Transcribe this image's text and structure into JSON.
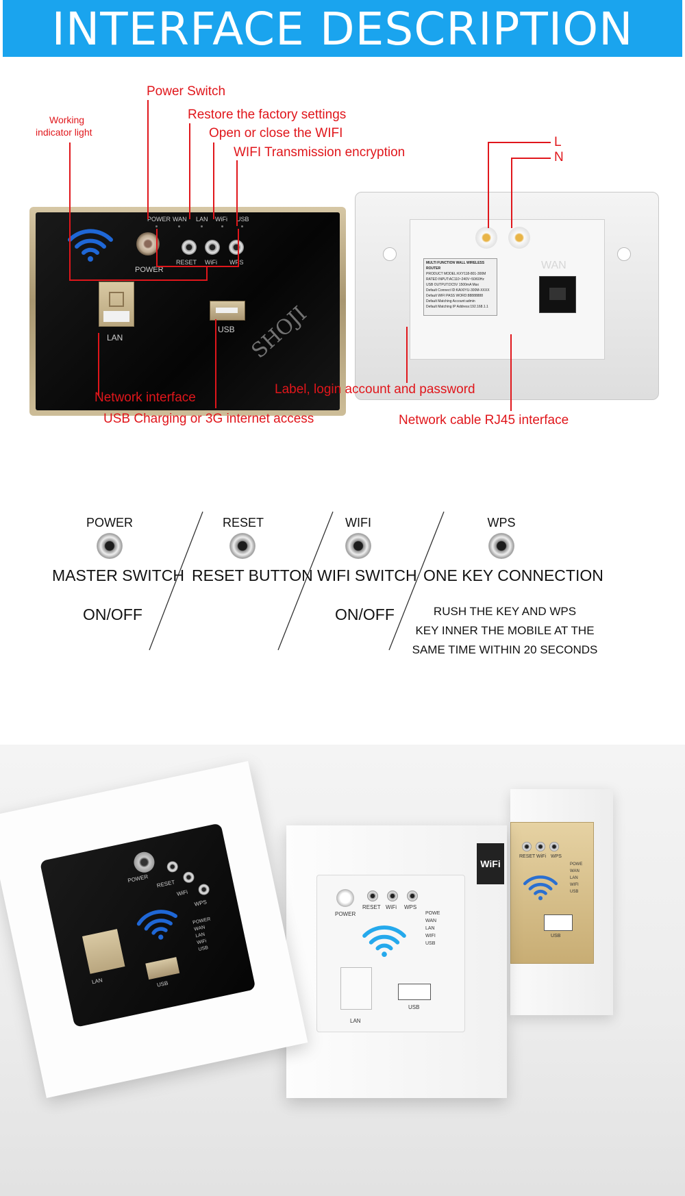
{
  "header": {
    "title": "INTERFACE DESCRIPTION",
    "bg_color": "#1aa4ee"
  },
  "annotations": {
    "power_switch": "Power Switch",
    "restore": "Restore  the  factory  settings",
    "wifi_toggle": "Open  or  close  the  WIFI",
    "wifi_encrypt": "WIFI Transmission  encryption",
    "indicator_1": "Working",
    "indicator_2": "indicator  light",
    "network": "Network interface",
    "usb": "USB Charging or 3G internet access",
    "label_login": "Label, login account and password",
    "rj45": "Network cable RJ45 interface",
    "l": "L",
    "n": "N",
    "color": "#e0161b"
  },
  "front_panel": {
    "leds": [
      "POWER",
      "WAN",
      "LAN",
      "WiFi",
      "USB"
    ],
    "power": "POWER",
    "reset": "RESET",
    "wifi": "WiFi",
    "wps": "WPS",
    "lan": "LAN",
    "usb": "USB"
  },
  "back_panel": {
    "wan": "WAN",
    "sticker": [
      "MULTI FUNCTION WALL WIRELESS ROUTER",
      "PRODUCT MODEL:KXY118-801-300M",
      "RATED INPUT:AC110~240V~50/60Hz",
      "USB OUTPUT:DC5V 1500mA Max",
      "Default Connect ID:KAIXIYU-300M-XXXX",
      "Default WIFI PASS WORD:88888888",
      "Default Matching Account:admin",
      "Default Matching IP Address:192.168.1.1"
    ]
  },
  "watermark": "SHOJI",
  "buttons": [
    {
      "name": "POWER",
      "line1": "MASTER SWITCH",
      "line2": "ON/OFF"
    },
    {
      "name": "RESET",
      "line1": "RESET BUTTON",
      "line2": ""
    },
    {
      "name": "WIFI",
      "line1": "WIFI SWITCH",
      "line2": "ON/OFF"
    },
    {
      "name": "WPS",
      "line1": "ONE KEY CONNECTION",
      "desc": [
        "RUSH THE KEY AND WPS",
        "KEY INNER THE MOBILE AT THE",
        "SAME TIME WITHIN 20 SECONDS"
      ]
    }
  ],
  "photo": {
    "box1": {
      "power": "POWER",
      "reset": "RESET",
      "wifi": "WiFi",
      "wps": "WPS",
      "lan": "LAN",
      "usb": "USB",
      "leds": [
        "POWER",
        "WAN",
        "LAN",
        "WiFi",
        "USB"
      ]
    },
    "box2": {
      "power": "POWER",
      "reset": "RESET",
      "wifi": "WiFi",
      "wps": "WPS",
      "lan": "LAN",
      "usb": "USB",
      "leds": [
        "POWE",
        "WAN",
        "LAN",
        "WIFI",
        "USB"
      ],
      "badge": "WiFi"
    },
    "box3": {
      "reset": "RESET",
      "wifi": "WiFi",
      "wps": "WPS",
      "usb": "USB",
      "leds": [
        "POWE",
        "WAN",
        "LAN",
        "WIFI",
        "USB"
      ]
    }
  }
}
